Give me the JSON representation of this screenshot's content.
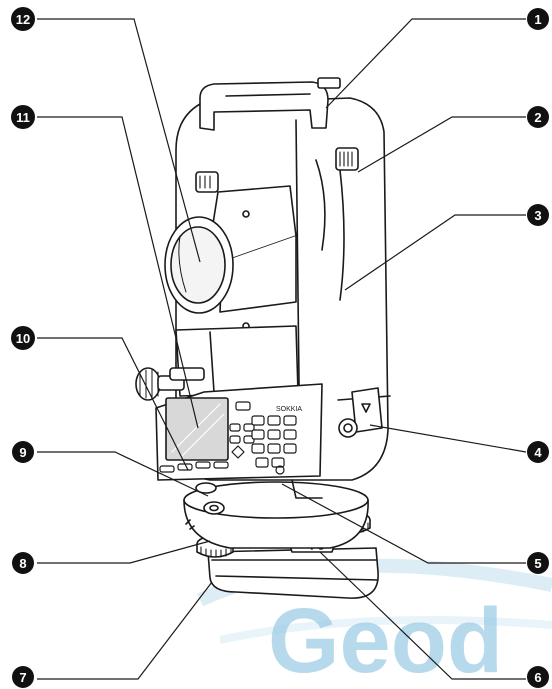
{
  "callouts": [
    {
      "n": "1"
    },
    {
      "n": "2"
    },
    {
      "n": "3"
    },
    {
      "n": "4"
    },
    {
      "n": "5"
    },
    {
      "n": "6"
    },
    {
      "n": "7"
    },
    {
      "n": "8"
    },
    {
      "n": "9"
    },
    {
      "n": "10"
    },
    {
      "n": "11"
    },
    {
      "n": "12"
    }
  ],
  "instrument": {
    "brand_label": "SOKKIA"
  },
  "watermark": {
    "text": "Geod",
    "color": "#9ecde6"
  },
  "colors": {
    "line": "#1a1a1a",
    "badge": "#111111",
    "body_fill": "#ffffff",
    "screen_fill": "#d8d8d8"
  }
}
